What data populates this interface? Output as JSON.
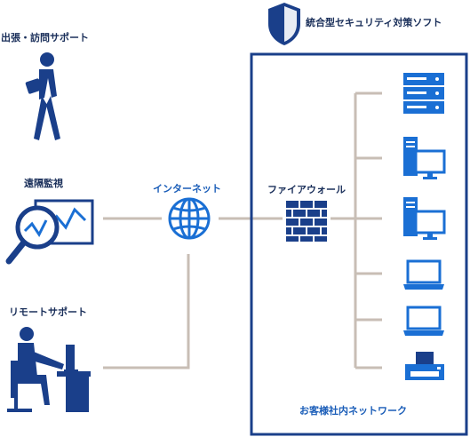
{
  "title": "統合型セキュリティ対策ソフト",
  "remote_users": {
    "travel_support": "出張・訪問サポート",
    "remote_monitoring": "遠隔監視",
    "remote_support": "リモートサポート"
  },
  "internet_label": "インターネット",
  "firewall_label": "ファイアウォール",
  "network_label": "お客様社内ネットワーク",
  "colors": {
    "navy": "#1a3f8a",
    "accent_blue": "#1a6fd4",
    "line_gray": "#c8beb5",
    "text_dark": "#1a2f5a"
  },
  "icons": {
    "shield": "shield-icon",
    "walking_person": "walking-person-icon",
    "monitoring": "magnifier-chart-icon",
    "desk_worker": "desk-worker-icon",
    "globe": "globe-icon",
    "firewall": "brick-wall-icon",
    "server": "server-icon",
    "desktop": "desktop-pc-icon",
    "laptop": "laptop-icon",
    "printer": "printer-icon"
  }
}
